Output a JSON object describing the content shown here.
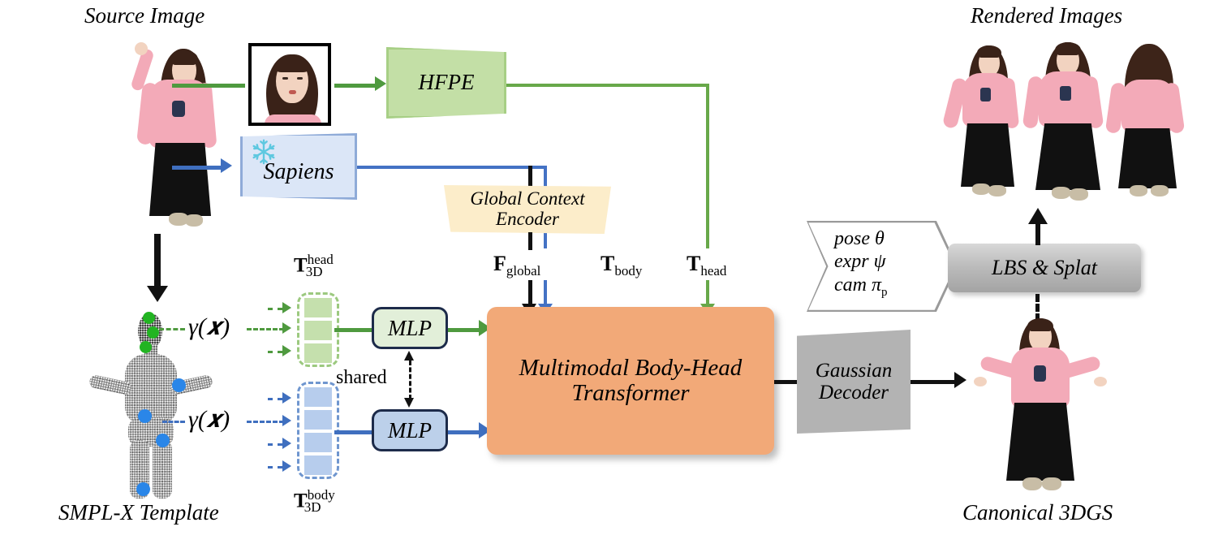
{
  "figure": {
    "type": "architecture-pipeline-diagram",
    "captions": {
      "source_image": "Source Image",
      "rendered_images": "Rendered Images",
      "smplx_template": "SMPL-X Template",
      "canonical_3dgs": "Canonical 3DGS"
    },
    "blocks": {
      "hfpe": {
        "label": "HFPE",
        "fill": "#c3dfa6",
        "stroke": "#a7cf85",
        "shape": "trapezoid"
      },
      "sapiens": {
        "label": "Sapiens",
        "fill": "#dbe6f7",
        "stroke": "#8fabd8",
        "shape": "trapezoid",
        "frozen_icon": "snowflake-icon",
        "frozen_color": "#5ec8e0"
      },
      "global_context_encoder": {
        "label": "Global Context\nEncoder",
        "fill": "#fcedca",
        "shape": "trapezoid"
      },
      "transformer": {
        "label": "Multimodal Body-Head\nTransformer",
        "fill": "#f2a978",
        "shape": "rounded-rect"
      },
      "gaussian_decoder": {
        "label": "Gaussian\nDecoder",
        "fill": "#b3b3b3",
        "shape": "skewed-rect"
      },
      "lbs_splat": {
        "label": "LBS & Splat",
        "fill": "#bcbcbc",
        "shape": "rounded-rect"
      },
      "mlp_head": {
        "label": "MLP",
        "fill": "#e2efd9",
        "stroke": "#1d2b4a"
      },
      "mlp_body": {
        "label": "MLP",
        "fill": "#bcd0ea",
        "stroke": "#1d2b4a"
      }
    },
    "labels": {
      "f_global": {
        "base": "F",
        "sub": "global"
      },
      "t_body": {
        "base": "T",
        "sub": "body"
      },
      "t_head": {
        "base": "T",
        "sub": "head"
      },
      "t3d_head": {
        "base": "T",
        "sub": "3D",
        "sup": "head"
      },
      "t3d_body": {
        "base": "T",
        "sub": "3D",
        "sup": "body"
      },
      "gamma_head": "γ(𝒙)",
      "gamma_body": "γ(𝒙)",
      "shared": "shared"
    },
    "pose_banner": {
      "line1": "pose θ",
      "line2": "expr ψ",
      "line3": "cam π",
      "line3_sub": "p"
    },
    "colors": {
      "head_green": "#4f9a3f",
      "body_blue": "#3f6fbf",
      "neutral_black": "#111111",
      "token_green_fill": "#c5e0ad",
      "token_green_edge": "#9cc97f",
      "token_blue_fill": "#b7cded",
      "token_blue_edge": "#6f96cf",
      "keypoint_green": "#22b422",
      "keypoint_blue": "#2a86e8",
      "transformer": "#f2a978",
      "encoder_cream": "#fcedca"
    },
    "token_stacks": {
      "head": {
        "count": 3,
        "color": "#c5e0ad"
      },
      "body": {
        "count": 4,
        "color": "#b7cded"
      }
    },
    "rendered_views": [
      "front-left",
      "front",
      "back"
    ]
  }
}
